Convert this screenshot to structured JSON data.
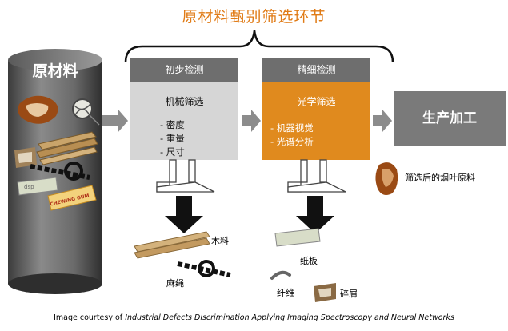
{
  "title": "原材料甄别筛选环节",
  "raw_material": {
    "label": "原材料",
    "candy_wrapper_text": "CHEWING GUM"
  },
  "stage1": {
    "header": "初步检测",
    "title": "机械筛选",
    "items": [
      "- 密度",
      "- 重量",
      "- 尺寸"
    ]
  },
  "stage2": {
    "header": "精细检测",
    "title": "光学筛选",
    "items": [
      "- 机器视觉",
      "- 光谱分析"
    ]
  },
  "production": {
    "label": "生产加工"
  },
  "output": {
    "label": "筛选后的烟叶原料"
  },
  "rejects_stage1": [
    "木料",
    "麻绳"
  ],
  "rejects_stage2": [
    "纸板",
    "纤维",
    "碎屑"
  ],
  "caption": {
    "prefix": "Image courtesy of",
    "source": "Industrial Defects Discrimination Applying  Imaging Spectroscopy and Neural Networks"
  },
  "colors": {
    "title": "#e07b16",
    "stage1_body": "#d6d6d6",
    "stage2_body": "#e08a1e",
    "dark_gray": "#6e6e6e"
  }
}
